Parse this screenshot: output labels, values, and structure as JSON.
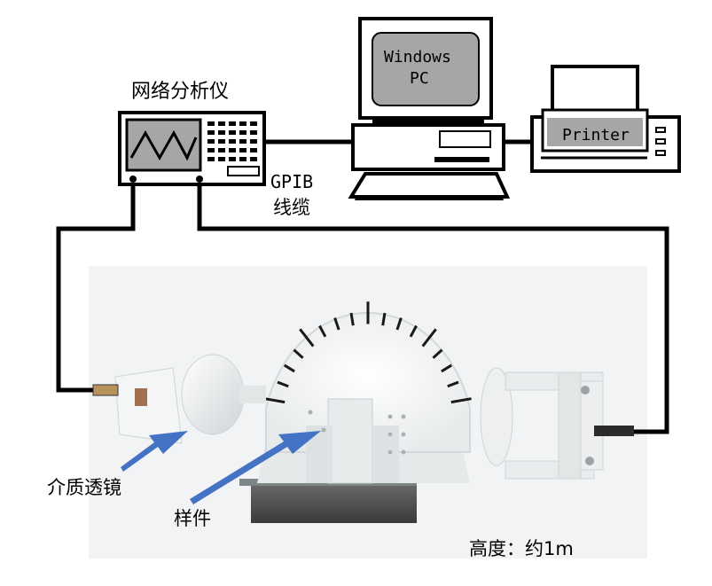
{
  "labels": {
    "analyzer": "网络分析仪",
    "pc_line1": "Windows",
    "pc_line2": "PC",
    "printer": "Printer",
    "gpib_line1": "GPIB",
    "gpib_line2": "线缆",
    "lens": "介质透镜",
    "sample": "样件",
    "height": "高度：约1m"
  },
  "colors": {
    "arrow": "#4472c4",
    "screen": "#a6a6a6",
    "cable": "#000000"
  }
}
